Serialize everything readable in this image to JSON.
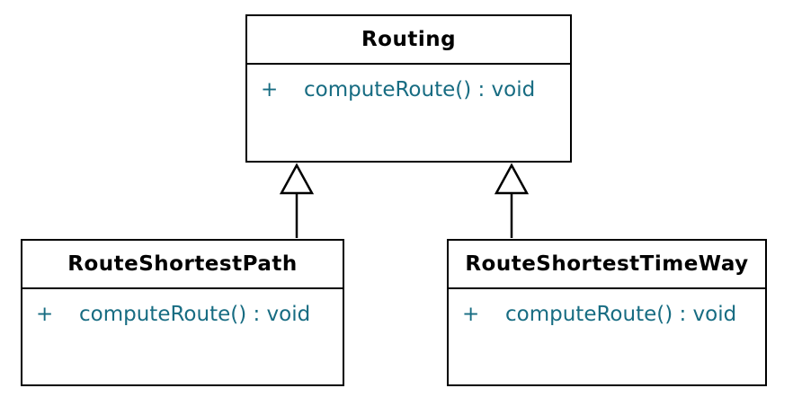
{
  "diagram": {
    "type": "uml-class-diagram",
    "colors": {
      "background": "#ffffff",
      "box_fill": "#ffffff",
      "box_border": "#000000",
      "title_text": "#000000",
      "method_text": "#176c82"
    },
    "classes": [
      {
        "id": "routing",
        "name": "Routing",
        "methods": [
          {
            "visibility": "+",
            "signature": "computeRoute() : void"
          }
        ]
      },
      {
        "id": "route-shortest-path",
        "name": "RouteShortestPath",
        "methods": [
          {
            "visibility": "+",
            "signature": "computeRoute() : void"
          }
        ]
      },
      {
        "id": "route-shortest-time-way",
        "name": "RouteShortestTimeWay",
        "methods": [
          {
            "visibility": "+",
            "signature": "computeRoute() : void"
          }
        ]
      }
    ],
    "relationships": [
      {
        "type": "generalization",
        "from": "RouteShortestPath",
        "to": "Routing"
      },
      {
        "type": "generalization",
        "from": "RouteShortestTimeWay",
        "to": "Routing"
      }
    ]
  }
}
